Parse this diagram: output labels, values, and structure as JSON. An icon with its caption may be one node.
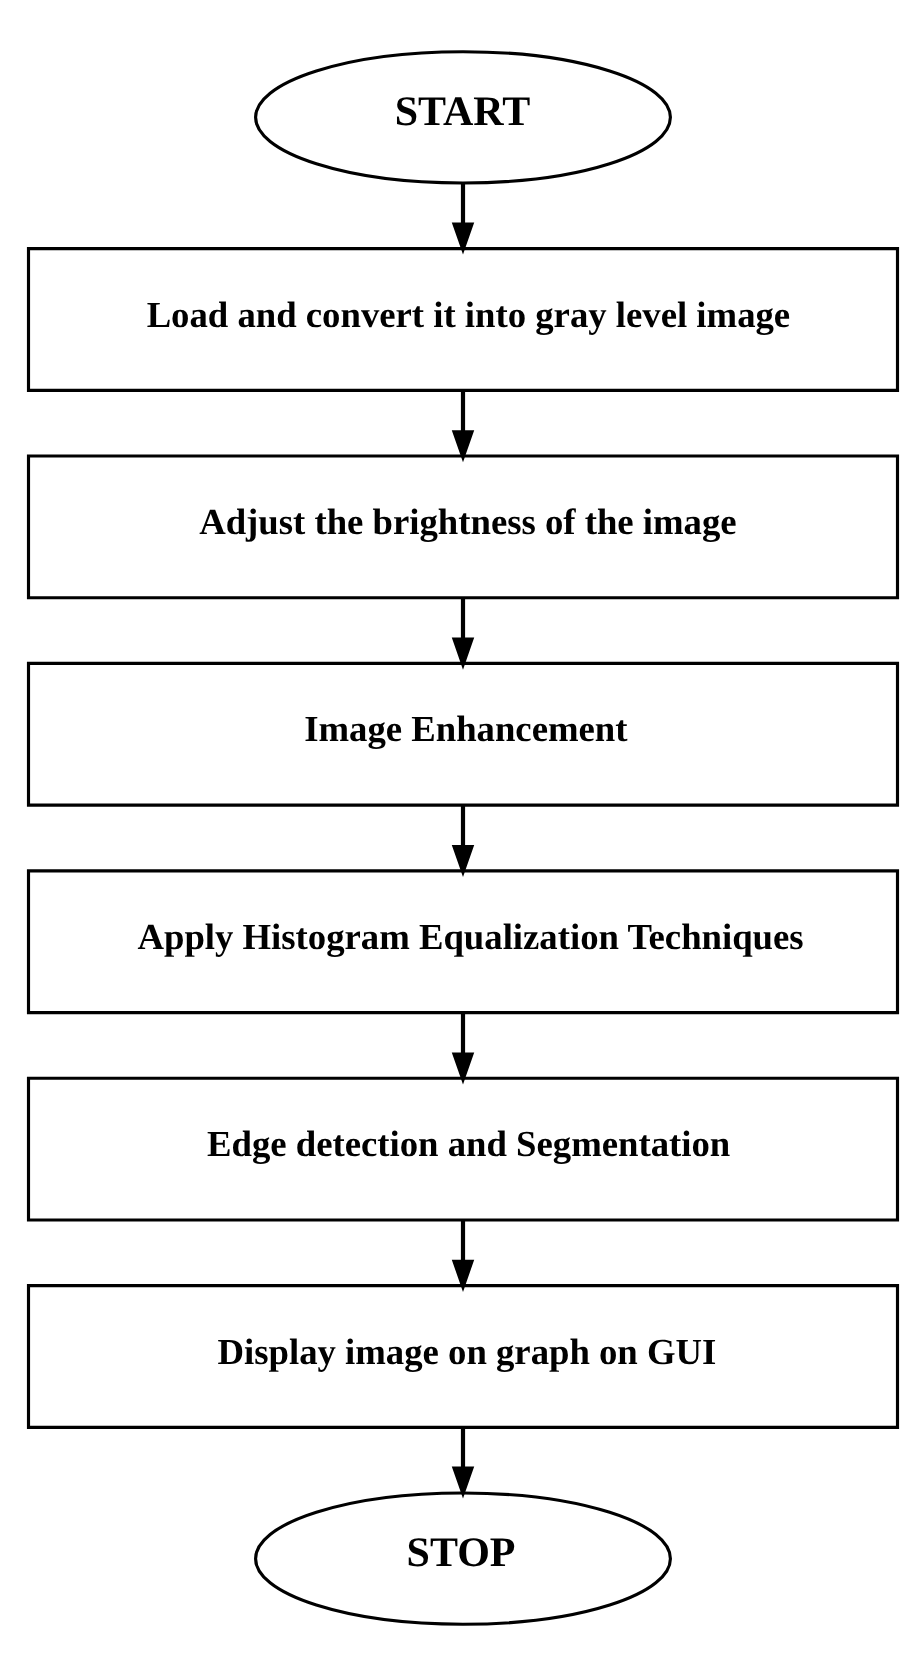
{
  "diagram": {
    "nodes": [
      {
        "text": [
          "START"
        ]
      },
      {
        "text": [
          "Load and convert it into gray level image"
        ]
      },
      {
        "text": [
          "Adjust the brightness of the image"
        ]
      },
      {
        "text": [
          "Image Enhancement"
        ]
      },
      {
        "text": [
          "Apply Histogram Equalization Techniques"
        ]
      },
      {
        "text": [
          "Edge detection and Segmentation"
        ]
      },
      {
        "text": [
          "Display image on graph on GUI"
        ]
      },
      {
        "text": [
          "STOP"
        ]
      }
    ],
    "edges": [
      {
        "from": 0,
        "to": 1,
        "arrow": "to"
      },
      {
        "from": 1,
        "to": 2,
        "arrow": "to"
      },
      {
        "from": 2,
        "to": 3,
        "arrow": "to"
      },
      {
        "from": 3,
        "to": 4,
        "arrow": "to"
      },
      {
        "from": 4,
        "to": 5,
        "arrow": "to"
      },
      {
        "from": 5,
        "to": 6,
        "arrow": "to"
      },
      {
        "from": 6,
        "to": 7,
        "arrow": "to"
      }
    ]
  }
}
